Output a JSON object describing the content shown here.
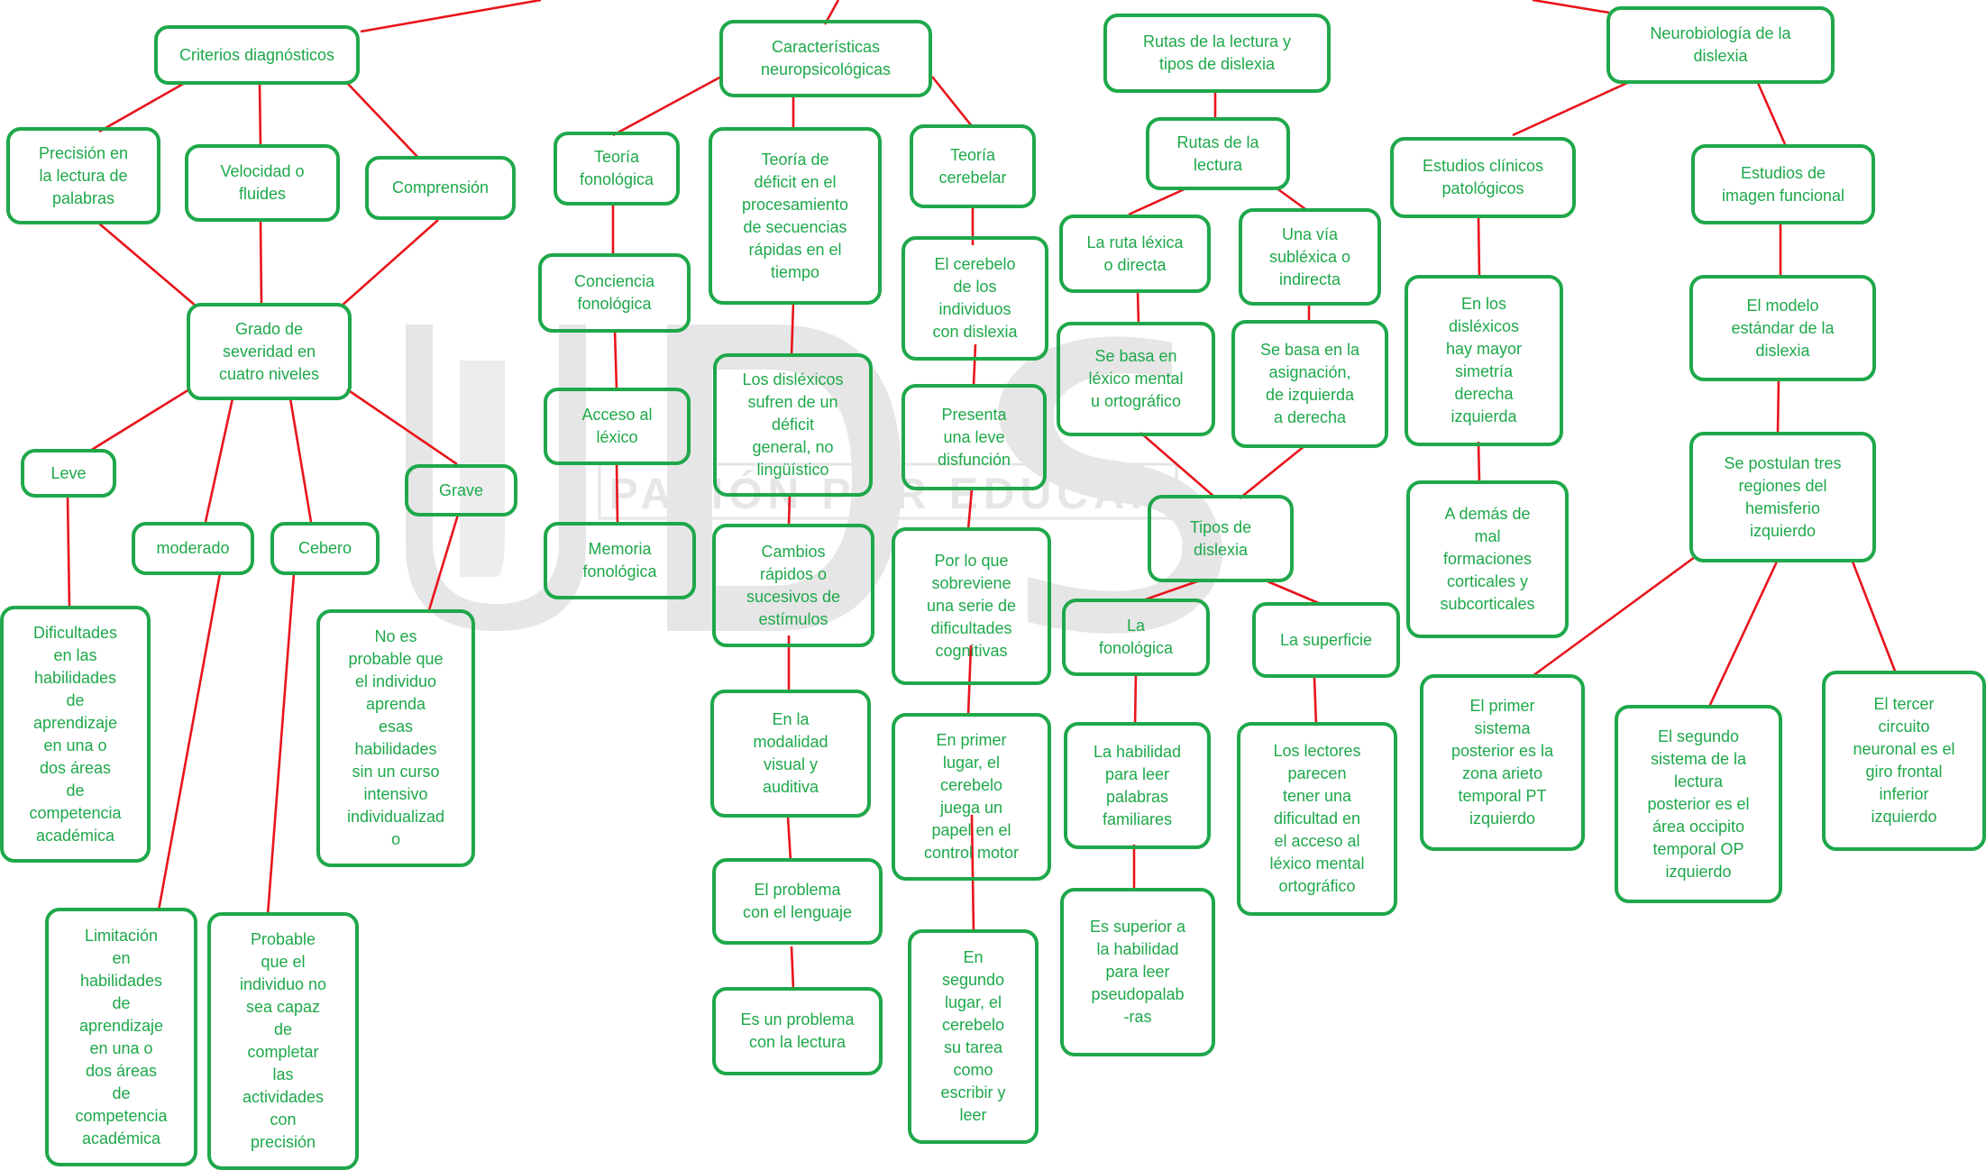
{
  "colors": {
    "node_border": "#1ea84a",
    "node_text": "#1ea84a",
    "connector": "#e8141c",
    "watermark": "#e6e6e6"
  },
  "watermark": {
    "logo": "UDS",
    "slogan": "PASIÓN POR EDUCAR"
  },
  "nodes": {
    "criterios": "Criterios diagnósticos",
    "precision": "Precisión en\nla lectura de\npalabras",
    "velocidad": "Velocidad o\nfluides",
    "comprension": "Comprensión",
    "grado": "Grado de\nseveridad en\ncuatro niveles",
    "leve": "Leve",
    "moderado": "moderado",
    "cebero": "Cebero",
    "grave": "Grave",
    "leve_desc": "Dificultades\nen las\nhabilidades\nde\naprendizaje\nen una o\ndos áreas\nde\ncompetencia\nacadémica",
    "moderado_desc": "Limitación\nen\nhabilidades\nde\naprendizaje\nen una o\ndos áreas\nde\ncompetencia\nacadémica",
    "cebero_desc": "Probable\nque el\nindividuo no\nsea capaz\nde\ncompletar\nlas\nactividades\ncon\nprecisión",
    "grave_desc": "No es\nprobable que\nel individuo\naprenda\nesas\nhabilidades\nsin un curso\nintensivo\nindividualizad\no",
    "caracteristicas": "Características\nneuropsicológicas",
    "teoria_fonologica": "Teoría\nfonológica",
    "conciencia": "Conciencia\nfonológica",
    "acceso": "Acceso al\nléxico",
    "memoria": "Memoria\nfonológica",
    "teoria_deficit": "Teoría de\ndéficit en el\nprocesamiento\nde secuencias\nrápidas en el\ntiempo",
    "dislexicos_sufren": "Los disléxicos\nsufren de un\ndéficit\ngeneral, no\nlingüístico",
    "cambios": "Cambios\nrápidos o\nsucesivos de\nestímulos",
    "modalidad": "En la\nmodalidad\nvisual y\nauditiva",
    "problema_lenguaje": "El problema\ncon el lenguaje",
    "problema_lectura": "Es un problema\ncon la lectura",
    "teoria_cerebelar": "Teoría\ncerebelar",
    "cerebelo": "El cerebelo\nde los\nindividuos\ncon dislexia",
    "presenta": "Presenta\nuna leve\ndisfunción",
    "sobreviene": "Por lo que\nsobreviene\nuna serie de\ndificultades\ncognitivas",
    "primer_lugar": "En primer\nlugar, el\ncerebelo\njuega un\npapel en el\ncontrol motor",
    "segundo_lugar": "En\nsegundo\nlugar, el\ncerebelo\nsu tarea\ncomo\nescribir y\nleer",
    "rutas_tipos": "Rutas de la lectura y\ntipos de dislexia",
    "rutas": "Rutas de la\nlectura",
    "ruta_lexica": "La ruta léxica\no directa",
    "via_sublexica": "Una vía\nsubléxica o\nindirecta",
    "lexico_mental": "Se basa en\nléxico mental\nu ortográfico",
    "asignacion": "Se basa en la\nasignación,\nde izquierda\na derecha",
    "tipos": "Tipos de\ndislexia",
    "fonologica": "La\nfonológica",
    "superficie": "La superficie",
    "habilidad_leer": "La habilidad\npara leer\npalabras\nfamiliares",
    "superior": "Es superior a\nla habilidad\npara leer\npseudopalab\n-ras",
    "lectores": "Los lectores\nparecen\ntener una\ndificultad en\nel acceso al\nléxico mental\nortográfico",
    "neurobiologia": "Neurobiología de la\ndislexia",
    "estudios_clinicos": "Estudios clínicos\npatológicos",
    "estudios_imagen": "Estudios de\nimagen funcional",
    "dislexicos_simetria": "En los\ndisléxicos\nhay mayor\nsimetría\nderecha\nizquierda",
    "formaciones": "A demás de\nmal\nformaciones\ncorticales y\nsubcorticales",
    "modelo": "El modelo\nestándar de la\ndislexia",
    "tres_regiones": "Se postulan tres\nregiones del\nhemisferio\nizquierdo",
    "primer_sistema": "El primer\nsistema\nposterior es la\nzona arieto\ntemporal PT\nizquierdo",
    "segundo_sistema": "El segundo\nsistema de la\nlectura\nposterior es el\nárea occipito\ntemporal OP\nizquierdo",
    "tercer_circuito": "El tercer\ncircuito\nneuronal es el\ngiro frontal\ninferior\nizquierdo"
  }
}
